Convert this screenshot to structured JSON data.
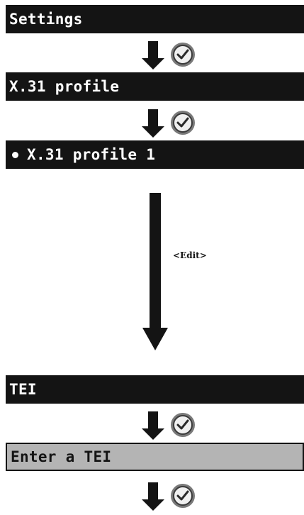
{
  "steps": [
    {
      "label": "Settings",
      "style": "dark"
    },
    {
      "label": "X.31 profile",
      "style": "dark"
    },
    {
      "label": "X.31 profile 1",
      "style": "dark",
      "bullet": true
    },
    {
      "label": "TEI",
      "style": "dark"
    },
    {
      "label": "Enter a TEI",
      "style": "light"
    }
  ],
  "transitions": {
    "edit_label": "<Edit>"
  },
  "icons": {
    "confirm": "checkmark-icon",
    "arrow": "down-arrow-icon"
  },
  "colors": {
    "bar_dark": "#141414",
    "bar_light": "#b4b4b4",
    "bar_text_dark": "#ffffff",
    "bar_text_light": "#141414"
  }
}
